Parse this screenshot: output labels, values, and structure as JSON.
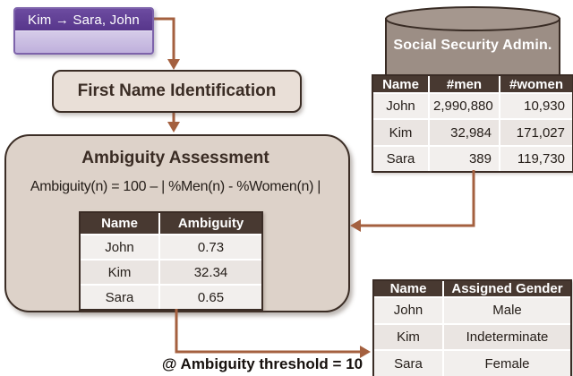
{
  "colors": {
    "arrow": "#a4603f",
    "table_header_bg": "#483931",
    "box_border": "#3b2d25",
    "big_box_fill": "#ddd2c9",
    "process_fill": "#e9dfd7",
    "row_light": "#f2efed",
    "row_dark": "#eae5e2",
    "purple_dark": "#5e3d92",
    "purple_light": "#cdc1e4",
    "cylinder_fill": "#9c8e85",
    "cylinder_top_fill": "#a5978e"
  },
  "input_callout": {
    "text": "Kim → Sara, John"
  },
  "process": {
    "title": "First Name Identification"
  },
  "assessment": {
    "title": "Ambiguity Assessment",
    "formula": "Ambiguity(n) = 100 – | %Men(n) - %Women(n) |",
    "table": {
      "headers": [
        "Name",
        "Ambiguity"
      ],
      "rows": [
        [
          "John",
          "0.73"
        ],
        [
          "Kim",
          "32.34"
        ],
        [
          "Sara",
          "0.65"
        ]
      ]
    }
  },
  "ssa": {
    "title": "Social Security Admin.",
    "table": {
      "headers": [
        "Name",
        "#men",
        "#women"
      ],
      "rows": [
        [
          "John",
          "2,990,880",
          "10,930"
        ],
        [
          "Kim",
          "32,984",
          "171,027"
        ],
        [
          "Sara",
          "389",
          "119,730"
        ]
      ]
    }
  },
  "output": {
    "table": {
      "headers": [
        "Name",
        "Assigned Gender"
      ],
      "rows": [
        [
          "John",
          "Male"
        ],
        [
          "Kim",
          "Indeterminate"
        ],
        [
          "Sara",
          "Female"
        ]
      ]
    },
    "caption": "@ Ambiguity threshold = 10"
  }
}
